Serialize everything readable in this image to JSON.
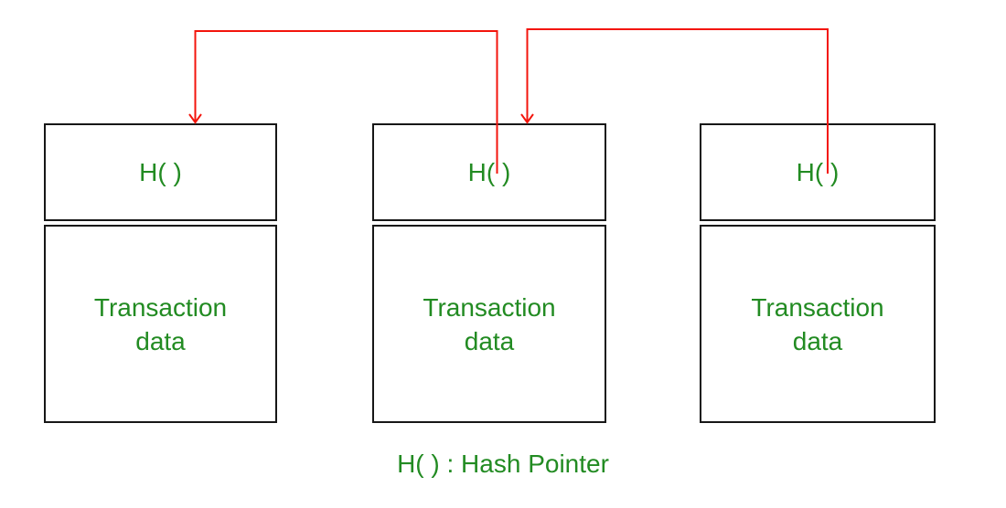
{
  "diagram": {
    "blocks": [
      {
        "hash_label": "H( )",
        "body": "Transaction\ndata"
      },
      {
        "hash_label": "H( )",
        "body": "Transaction\ndata"
      },
      {
        "hash_label": "H( )",
        "body": "Transaction\ndata"
      }
    ],
    "caption": "H( ) : Hash Pointer",
    "arrows": [
      {
        "name": "hash-pointer-arrow-block2-to-block1",
        "from": "block-2-hash",
        "to": "block-1-top-edge"
      },
      {
        "name": "hash-pointer-arrow-block3-to-block2",
        "from": "block-3-hash",
        "to": "block-2-top-edge"
      }
    ],
    "colors": {
      "text_green": "#228B22",
      "arrow_red": "#F3150C",
      "border_black": "#171717",
      "background": "#FFFFFF"
    }
  }
}
